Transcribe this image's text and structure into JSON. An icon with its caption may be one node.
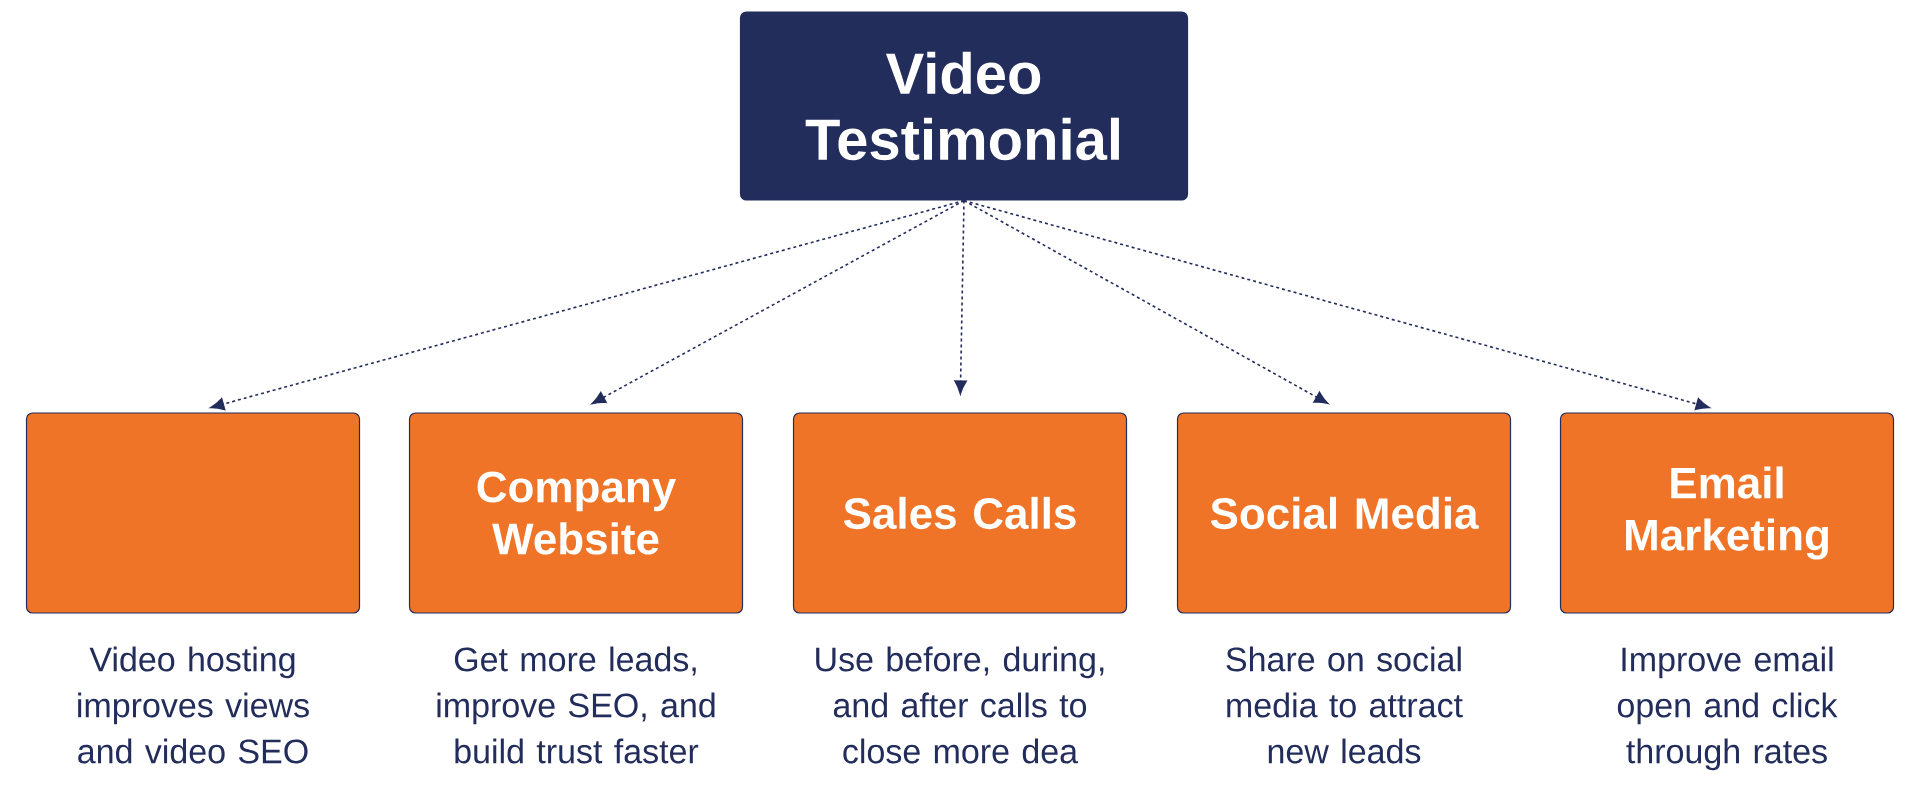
{
  "diagram": {
    "nodes": [
      {
        "text": [
          "Video Testimonial"
        ]
      },
      {
        "text": [],
        "shape": "box",
        "beside": [
          "Video hosting improves views and video SEO"
        ]
      },
      {
        "text": [
          "Company Website"
        ],
        "beside": [
          "Get more leads, improve SEO, and build trust faster"
        ]
      },
      {
        "text": [
          "Sales Calls"
        ],
        "beside": [
          "Use before, during, and after calls to close more dea"
        ]
      },
      {
        "text": [
          "Social Media"
        ],
        "beside": [
          "Share on social media to attract new leads"
        ]
      },
      {
        "text": [
          "Email Marketing"
        ],
        "beside": [
          "Improve email open and click through rates"
        ]
      }
    ],
    "edges": [
      {
        "from": 0,
        "to": 1,
        "arrow": "to"
      },
      {
        "from": 0,
        "to": 2,
        "arrow": "to"
      },
      {
        "from": 0,
        "to": 3,
        "arrow": "to"
      },
      {
        "from": 0,
        "to": 4,
        "arrow": "to"
      },
      {
        "from": 0,
        "to": 5,
        "arrow": "to"
      }
    ]
  }
}
